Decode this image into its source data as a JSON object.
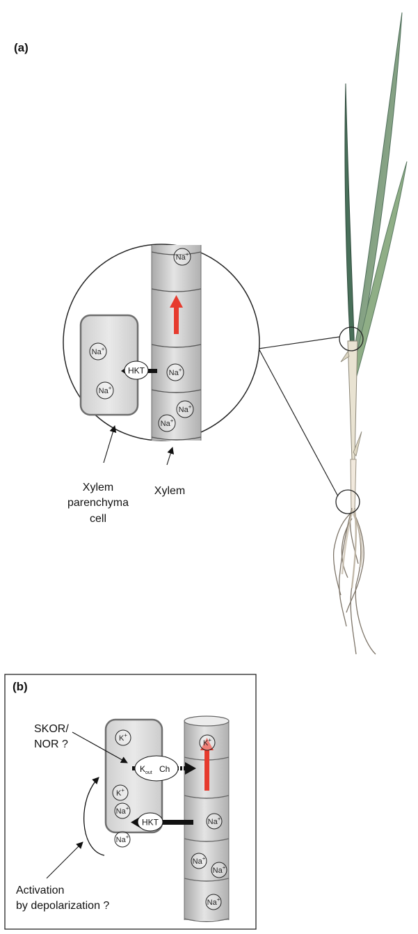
{
  "panel_a": {
    "label": "(a)",
    "xylem_parenchyma_label": [
      "Xylem",
      "parenchyma",
      "cell"
    ],
    "xylem_label": "Xylem",
    "transporter": "HKT",
    "ion": "Na",
    "charge": "+"
  },
  "panel_b": {
    "label": "(b)",
    "channel_label": [
      "SKOR/",
      "NOR ?"
    ],
    "activation_label": [
      "Activation",
      "by depolarization ?"
    ],
    "transporter": "HKT",
    "channel_k": "K",
    "channel_sub": "out",
    "channel_ch": "Ch",
    "ion_na": "Na",
    "ion_k": "K",
    "charge": "+"
  },
  "colors": {
    "plant_leaf": "#7a9c78",
    "plant_leaf_dark": "#3f6b52",
    "stem": "#efe7d6",
    "xylem_fill": "#c9c9c9",
    "arrow_red": "#e63b2e",
    "outline": "#333333"
  }
}
